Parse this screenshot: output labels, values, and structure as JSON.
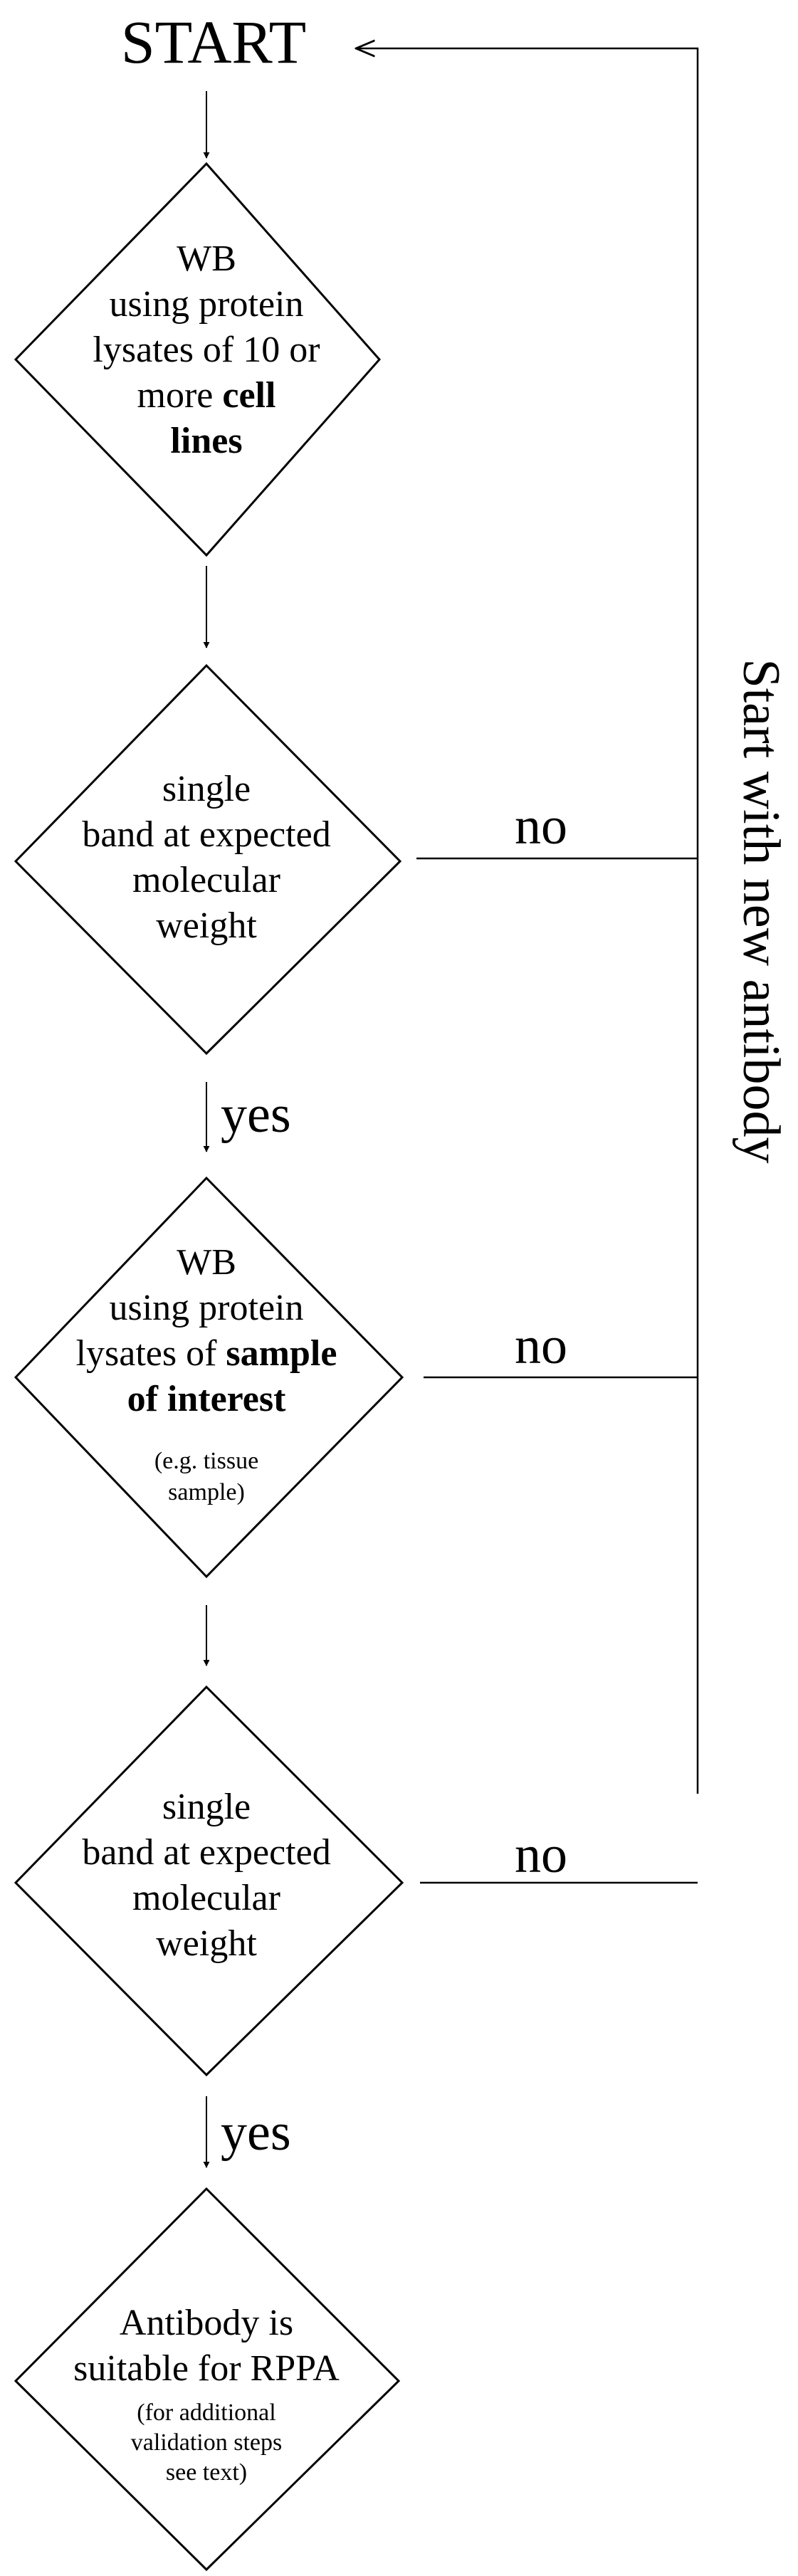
{
  "start": {
    "label": "START"
  },
  "side_label": "Start with new antibody",
  "nodes": {
    "wb_cell_lines": {
      "lines": [
        [
          {
            "t": "WB"
          }
        ],
        [
          {
            "t": "using protein"
          }
        ],
        [
          {
            "t": "lysates of 10 or"
          }
        ],
        [
          {
            "t": "more "
          },
          {
            "t": "cell",
            "b": true
          }
        ],
        [
          {
            "t": "lines",
            "b": true
          }
        ]
      ]
    },
    "decision_1": {
      "lines": [
        [
          {
            "t": "single"
          }
        ],
        [
          {
            "t": "band at expected"
          }
        ],
        [
          {
            "t": "molecular"
          }
        ],
        [
          {
            "t": "weight"
          }
        ]
      ]
    },
    "wb_sample": {
      "lines": [
        [
          {
            "t": "WB"
          }
        ],
        [
          {
            "t": "using protein"
          }
        ],
        [
          {
            "t": "lysates of "
          },
          {
            "t": "sample",
            "b": true
          }
        ],
        [
          {
            "t": "of interest",
            "b": true
          }
        ]
      ],
      "note_lines": [
        "(e.g. tissue",
        "sample)"
      ]
    },
    "decision_2": {
      "lines": [
        [
          {
            "t": "single"
          }
        ],
        [
          {
            "t": "band at expected"
          }
        ],
        [
          {
            "t": "molecular"
          }
        ],
        [
          {
            "t": "weight"
          }
        ]
      ]
    },
    "result": {
      "lines": [
        [
          {
            "t": "Antibody is"
          }
        ],
        [
          {
            "t": "suitable for RPPA"
          }
        ]
      ],
      "note_lines": [
        "(for additional",
        "validation steps",
        "see text)"
      ]
    }
  },
  "edge_labels": {
    "yes_1": "yes",
    "yes_2": "yes",
    "no_1": "no",
    "no_2": "no",
    "no_3": "no"
  }
}
